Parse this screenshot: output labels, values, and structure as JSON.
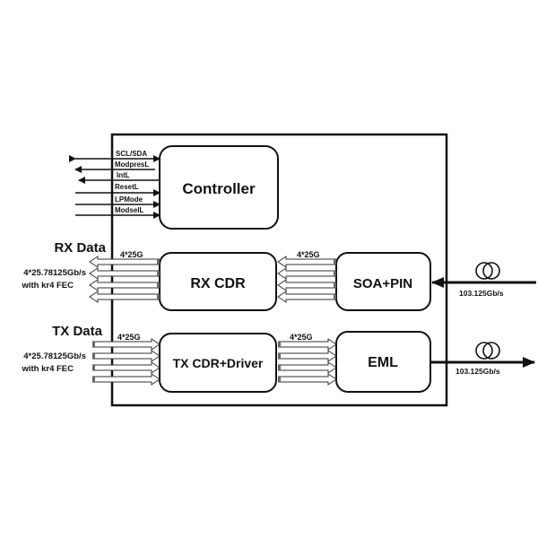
{
  "diagram": {
    "blocks": {
      "controller": "Controller",
      "rx_cdr": "RX CDR",
      "soa_pin": "SOA+PIN",
      "tx_cdr": "TX CDR+Driver",
      "eml": "EML"
    },
    "control_signals": [
      {
        "label": "SCL/SDA",
        "direction": "bidirectional"
      },
      {
        "label": "ModpresL",
        "direction": "out"
      },
      {
        "label": "IntL",
        "direction": "out"
      },
      {
        "label": "ResetL",
        "direction": "in"
      },
      {
        "label": "LPMode",
        "direction": "in"
      },
      {
        "label": "ModselL",
        "direction": "in"
      }
    ],
    "rx": {
      "title": "RX Data",
      "rate_line1": "4*25.78125Gb/s",
      "rate_line2": "with kr4 FEC",
      "lane_label_left": "4*25G",
      "lane_label_right": "4*25G",
      "optical_rate": "103.125Gb/s"
    },
    "tx": {
      "title": "TX Data",
      "rate_line1": "4*25.78125Gb/s",
      "rate_line2": "with kr4 FEC",
      "lane_label_left": "4*25G",
      "lane_label_right": "4*25G",
      "optical_rate": "103.125Gb/s"
    },
    "lanes": 4
  }
}
